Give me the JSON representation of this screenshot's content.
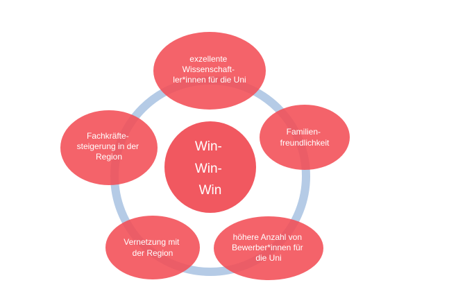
{
  "colors": {
    "ring": "#b5cbe6",
    "node_fill": "#f24d55",
    "center_fill": "#f04f57",
    "text": "#ffffff"
  },
  "center": {
    "lines": [
      "Win-",
      "Win-",
      "Win"
    ]
  },
  "nodes": [
    {
      "id": "top",
      "lines": [
        "exzellente",
        "Wissenschaft-",
        "ler*innen für die Uni"
      ]
    },
    {
      "id": "right",
      "lines": [
        "Familien-",
        "freundlichkeit"
      ]
    },
    {
      "id": "bottom-right",
      "lines": [
        "höhere Anzahl von",
        "Bewerber*innen für",
        "die Uni"
      ]
    },
    {
      "id": "bottom-left",
      "lines": [
        "Vernetzung mit",
        "der Region"
      ]
    },
    {
      "id": "left",
      "lines": [
        "Fachkräfte-",
        "steigerung in der",
        "Region"
      ]
    }
  ]
}
